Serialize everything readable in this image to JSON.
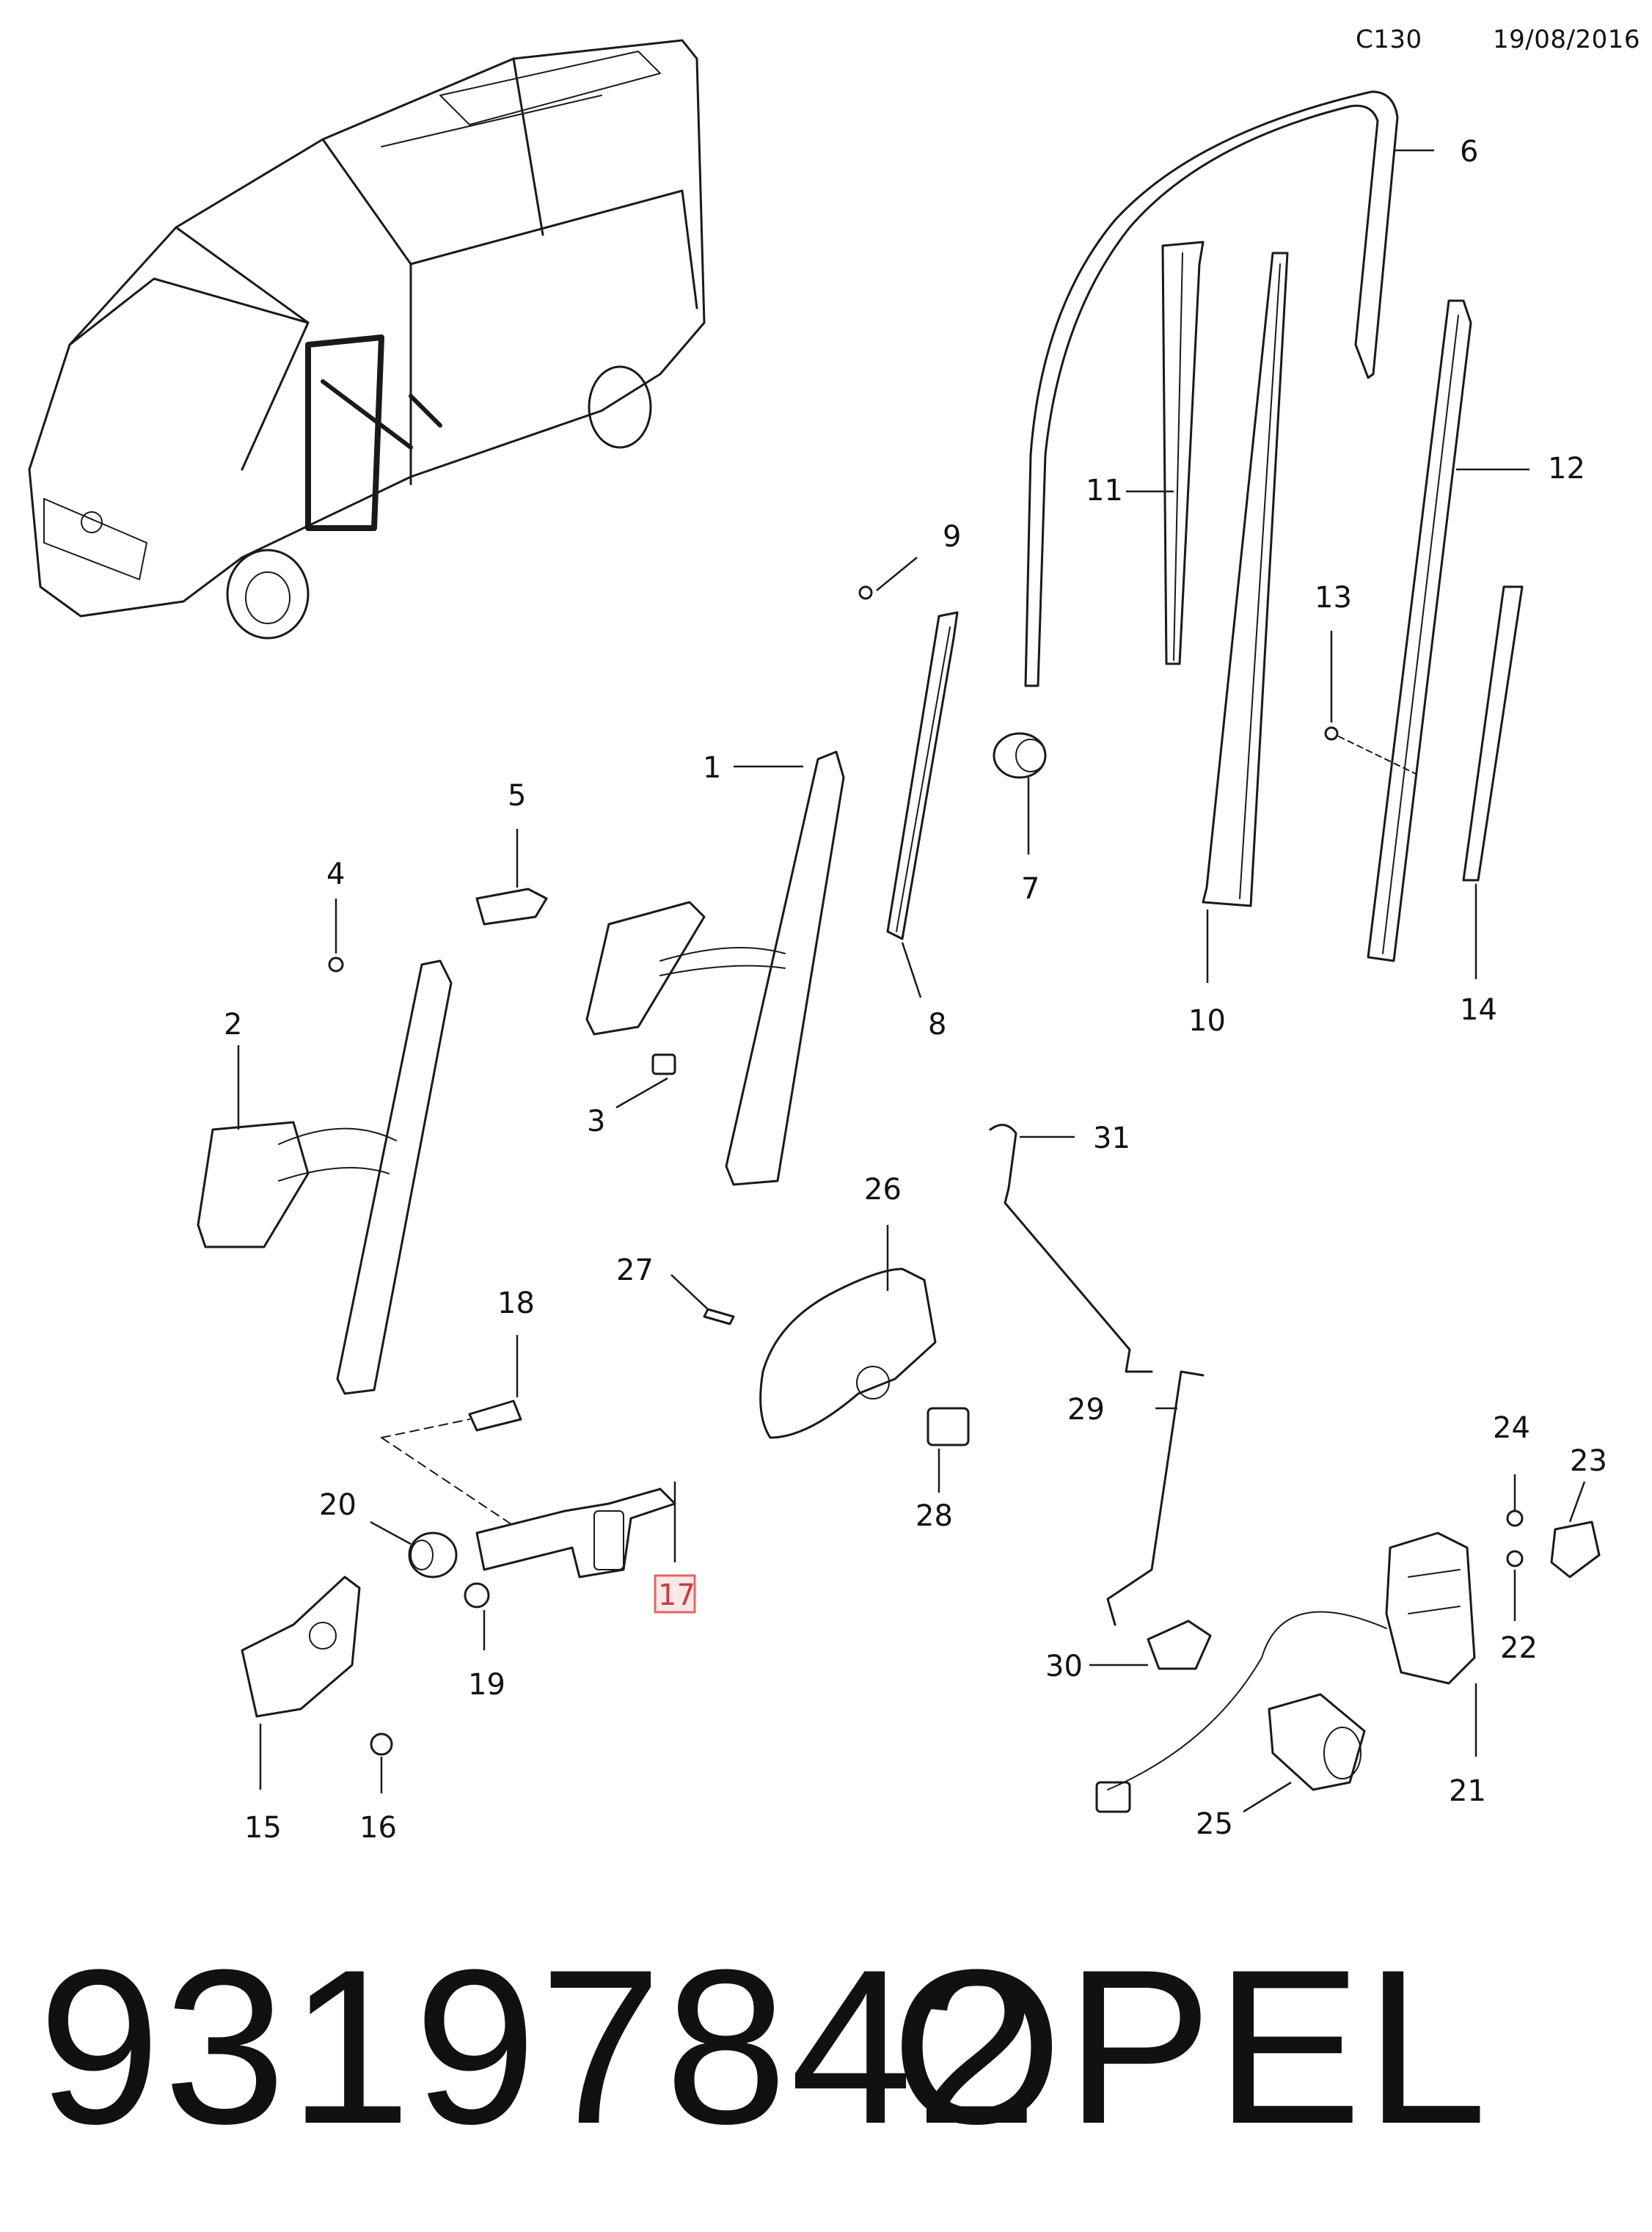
{
  "header": {
    "code": "C130",
    "date": "19/08/2016"
  },
  "callouts": {
    "c1": "1",
    "c2": "2",
    "c3": "3",
    "c4": "4",
    "c5": "5",
    "c6": "6",
    "c7": "7",
    "c8": "8",
    "c9": "9",
    "c10": "10",
    "c11": "11",
    "c12": "12",
    "c13": "13",
    "c14": "14",
    "c15": "15",
    "c16": "16",
    "c17": "17",
    "c18": "18",
    "c19": "19",
    "c20": "20",
    "c21": "21",
    "c22": "22",
    "c23": "23",
    "c24": "24",
    "c25": "25",
    "c26": "26",
    "c27": "27",
    "c28": "28",
    "c29": "29",
    "c30": "30",
    "c31": "31"
  },
  "highlighted_callout": "17",
  "highlight_color": "#e06666",
  "footer": {
    "part_number": "93197842",
    "brand": "OPEL"
  }
}
